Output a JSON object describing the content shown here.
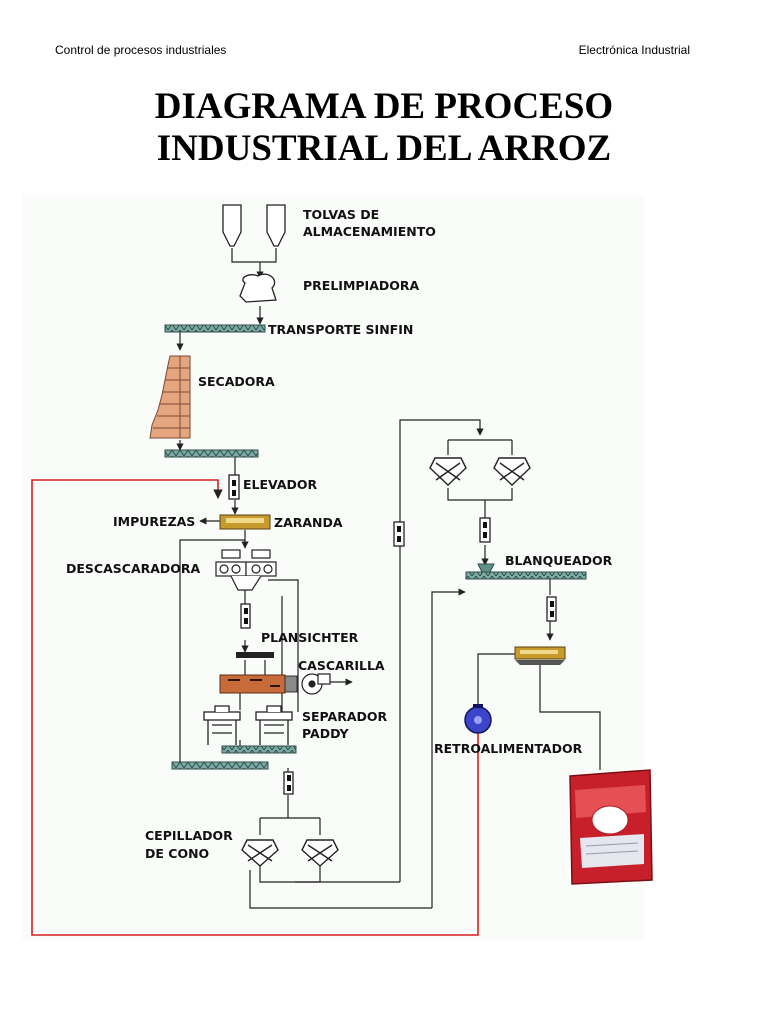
{
  "header": {
    "left": "Control de procesos industriales",
    "right": "Electrónica Industrial"
  },
  "title": {
    "line1": "DIAGRAMA DE PROCESO",
    "line2": "INDUSTRIAL DEL ARROZ"
  },
  "labels": {
    "tolvas_1": "TOLVAS DE",
    "tolvas_2": "ALMACENAMIENTO",
    "prelimpiadora": "PRELIMPIADORA",
    "transporte": "TRANSPORTE SINFIN",
    "secadora": "SECADORA",
    "elevador": "ELEVADOR",
    "impurezas": "IMPUREZAS",
    "zaranda": "ZARANDA",
    "descascaradora": "DESCASCARADORA",
    "plansichter": "PLANSICHTER",
    "cascarilla": "CASCARILLA",
    "separador_1": "SEPARADOR",
    "separador_2": "PADDY",
    "cepillador_1": "CEPILLADOR",
    "cepillador_2": "DE CONO",
    "blanqueador": "BLANQUEADOR",
    "retroalimentador": "RETROALIMENTADOR"
  },
  "colors": {
    "feedback_line": "#d42020",
    "conveyor": "#5f8f8a",
    "dryer": "#e4a57f",
    "brass": "#c79a2e",
    "product_bag": "#c8202a"
  }
}
